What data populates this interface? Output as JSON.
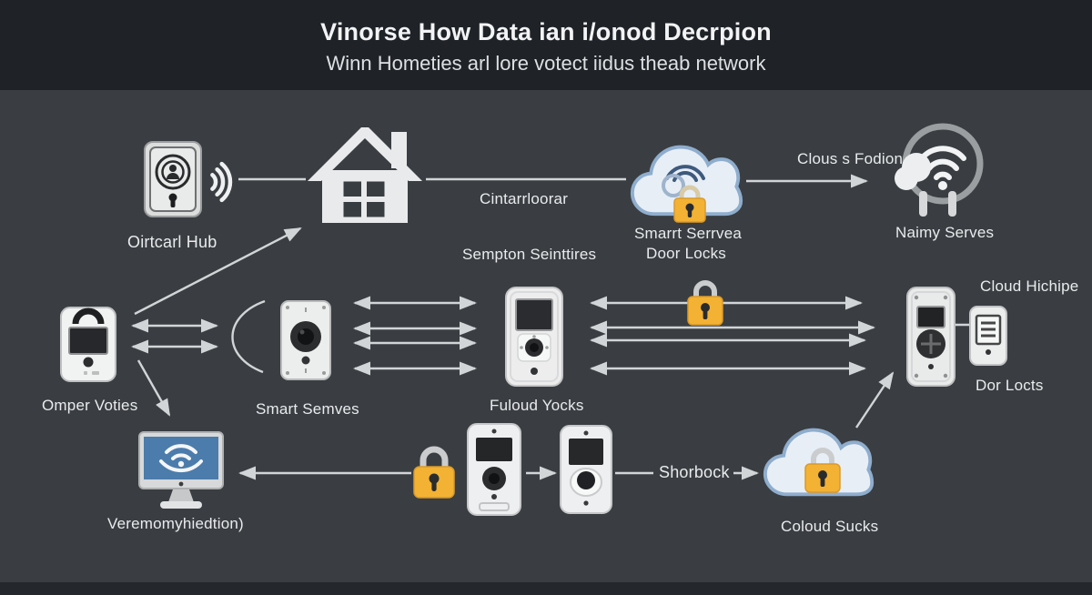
{
  "header": {
    "title": "Vinorse How Data ian i/onod Decrpion",
    "subtitle": "Winn Hometies arl lore votect iidus theab network"
  },
  "labels": {
    "hub": "Oirtcarl Hub",
    "cintarrloorar": "Cintarrloorar",
    "sempton": "Sempton Seinttires",
    "cloud_servers_line1": "Smarrt Serrvea",
    "cloud_servers_line2": "Door Locks",
    "clous_fodion": "Clous s Fodion",
    "naimy": "Naimy Serves",
    "omper": "Omper Voties",
    "smart_semves": "Smart Semves",
    "fuloud": "Fuloud Yocks",
    "cloud_hichipe": "Cloud Hichipe",
    "dor_locts": "Dor Locts",
    "monitor": "Veremomyhiedtion)",
    "shorbock": "Shorbock",
    "coloud_sucks": "Coloud Sucks"
  },
  "colors": {
    "background": "#3a3e42",
    "header_band": "#1f2227",
    "footer_band": "#24272b",
    "text": "#e9ebed",
    "arrow": "#d2d5d7",
    "lock_yellow": "#f3b233",
    "lock_yellow_edge": "#da9a2b",
    "cloud_fill": "#e7eef6",
    "cloud_stroke": "#8fadcd",
    "device_fill": "#eceded",
    "device_edge": "#b9babb",
    "screen_dark": "#26282b",
    "monitor_screen": "#4b7cab"
  }
}
